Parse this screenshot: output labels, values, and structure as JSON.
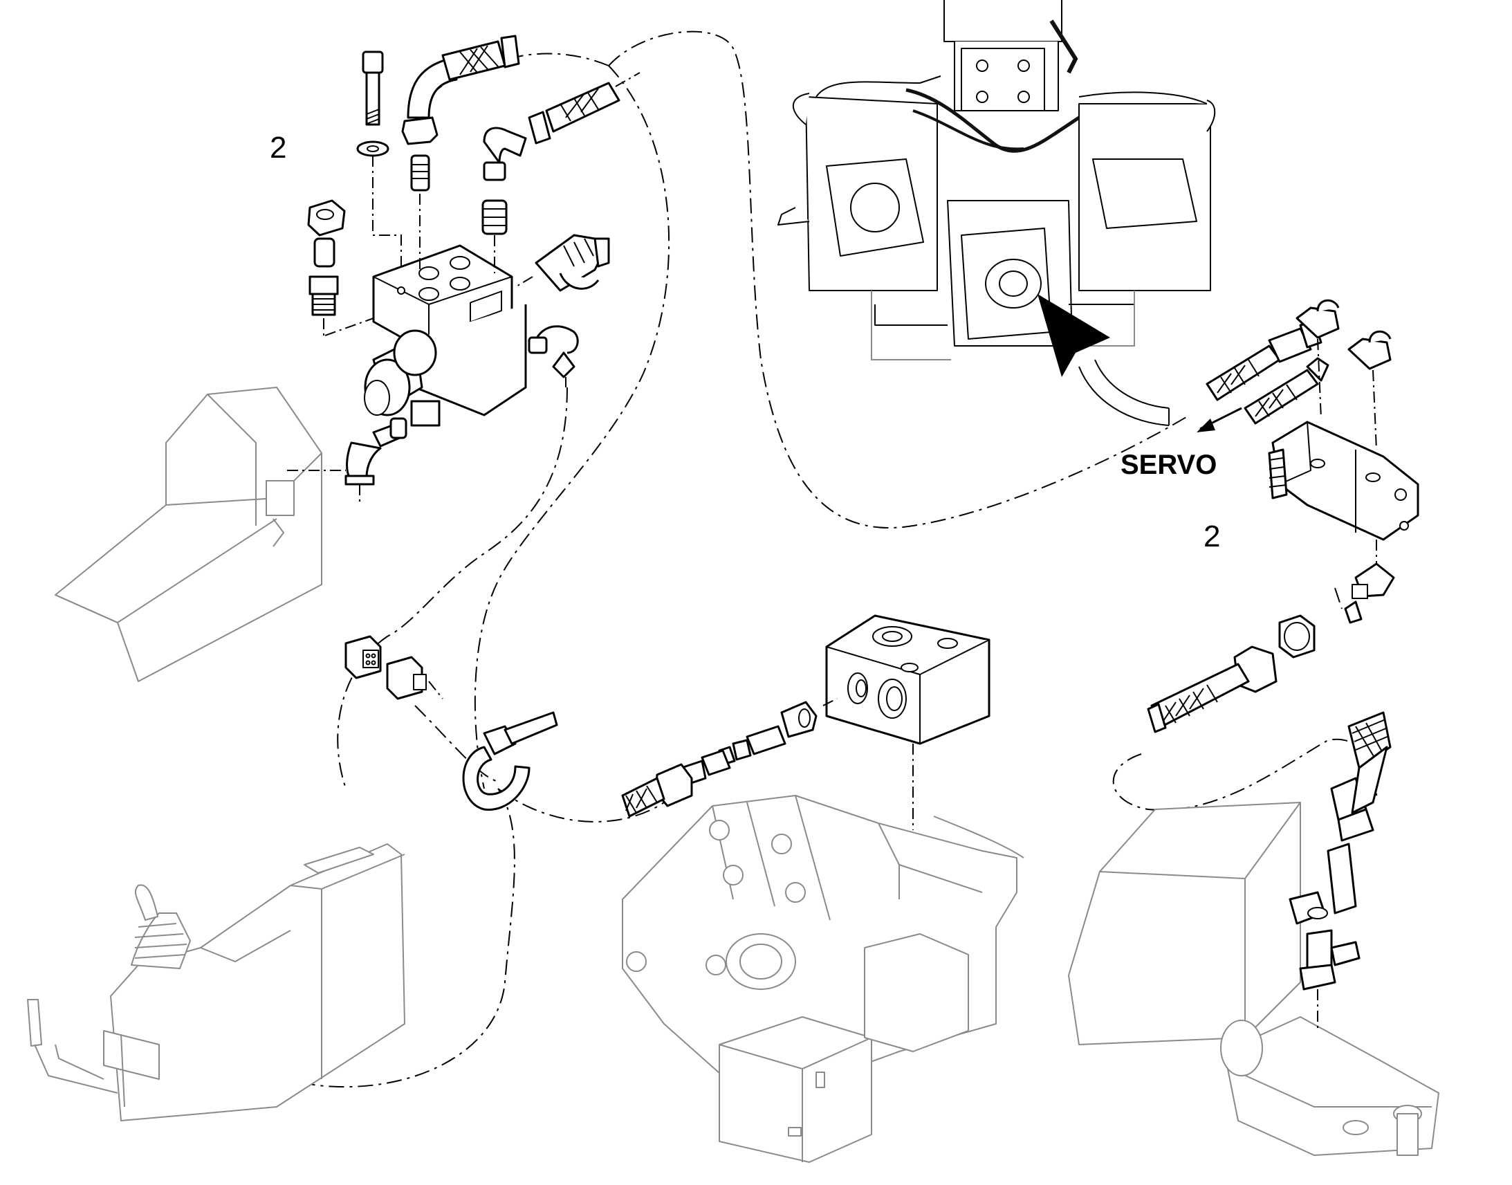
{
  "labels": {
    "callout_top_left": "2",
    "callout_right": "2",
    "servo": "SERVO"
  },
  "colors": {
    "line": "#000000",
    "ghost": "#8a8a8a",
    "background": "#ffffff"
  }
}
